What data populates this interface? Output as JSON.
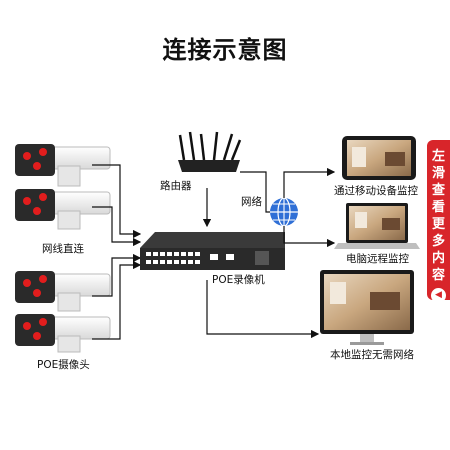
{
  "title": "连接示意图",
  "labels": {
    "router": "路由器",
    "network": "网络",
    "direct": "网线直连",
    "poe_camera": "POE摄像头",
    "nvr": "POE录像机",
    "mobile": "通过移动设备监控",
    "remote": "电脑远程监控",
    "local": "本地监控无需网络"
  },
  "side_tab": {
    "chars": [
      "左",
      "滑",
      "查",
      "看",
      "更",
      "多",
      "内",
      "容"
    ],
    "icon": "chevron-left-icon"
  },
  "colors": {
    "accent": "#d8252a",
    "globe": "#2f6fd6",
    "line": "#111111"
  }
}
